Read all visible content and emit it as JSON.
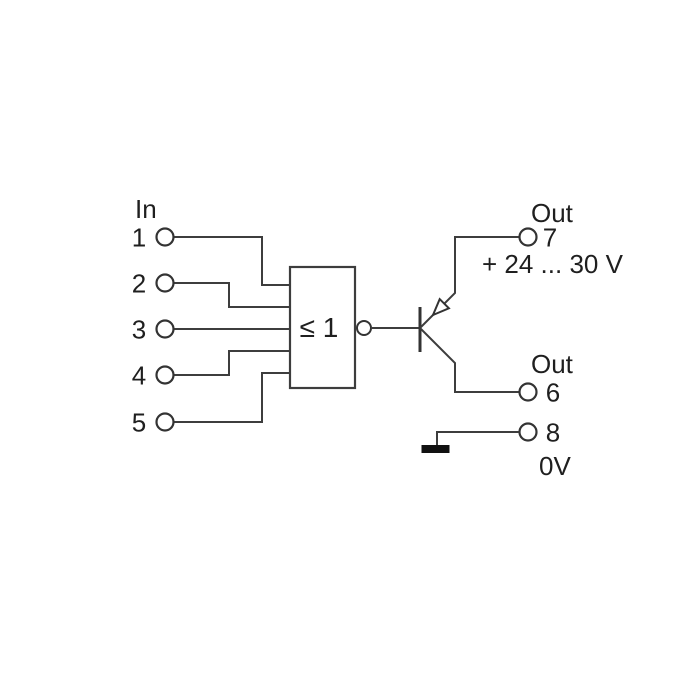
{
  "colors": {
    "background": "#ffffff",
    "line": "#3d3d3d",
    "text": "#1f1f1f",
    "ground_fill": "#111111"
  },
  "input_group": {
    "header": "In",
    "pins": [
      {
        "number": "1"
      },
      {
        "number": "2"
      },
      {
        "number": "3"
      },
      {
        "number": "4"
      },
      {
        "number": "5"
      }
    ]
  },
  "gate": {
    "label": "≤ 1"
  },
  "outputs": {
    "out7": {
      "header": "Out",
      "pin": "7",
      "supply": "+ 24 ... 30 V"
    },
    "out6": {
      "header": "Out",
      "pin": "6"
    },
    "pin8": {
      "pin": "8",
      "rail": "0V"
    }
  }
}
